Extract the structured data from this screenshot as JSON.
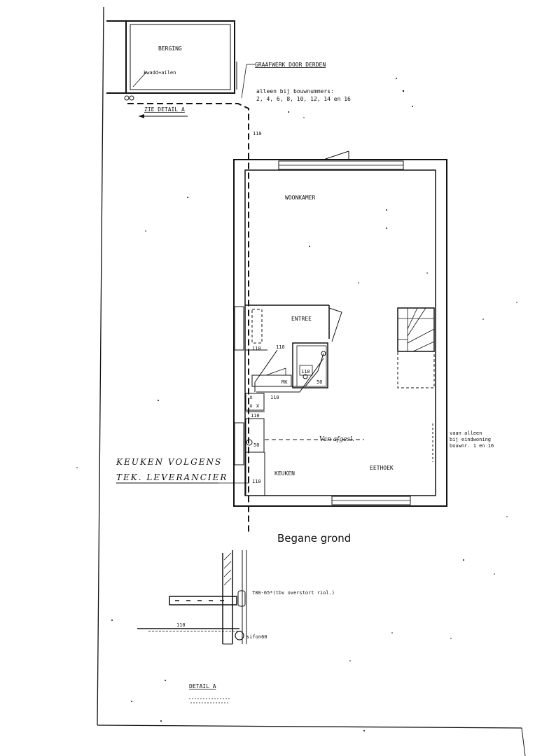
{
  "labels": {
    "berging": "BERGING",
    "kwadd": "kwadd+ailen",
    "graafwerk": "GRAAFWERK DOOR DERDEN",
    "alleen_line1": "alleen bij bouwnummers:",
    "alleen_line2": "2, 4, 6, 8, 10, 12, 14 en 16",
    "zie_detail": "ZIE DETAIL A",
    "dim_110_top": "110",
    "woonkamer": "WOONKAMER",
    "entree": "ENTREE",
    "dim_110_entree": "110",
    "dim_110_mk": "110",
    "dim_110_box": "110",
    "mk": "MK",
    "dim_50_a": "50",
    "dim_50_b": "50",
    "dim_110_mid": "110",
    "dim_110_right": "110",
    "vaan_line1": "vaan alleen",
    "vaan_line2": "bij eindwoning",
    "vaan_line3": "bouwnr. 1 en 16",
    "van_afgesl": "Van afgesl.",
    "keuken": "KEUKEN",
    "eethoek": "EETHOEK",
    "dim_110_bottom": "110",
    "keuken_volgens": "KEUKEN VOLGENS",
    "tek_leverancier": "TEK. LEVERANCIER",
    "begane_grond": "Begane grond",
    "t80": "T80-65*(tbv overstort riol.)",
    "dim_110_detail": "110",
    "sifon": "sifon60",
    "detail_a": "DETAIL A"
  },
  "colors": {
    "ink": "#111111",
    "paper": "#ffffff"
  }
}
